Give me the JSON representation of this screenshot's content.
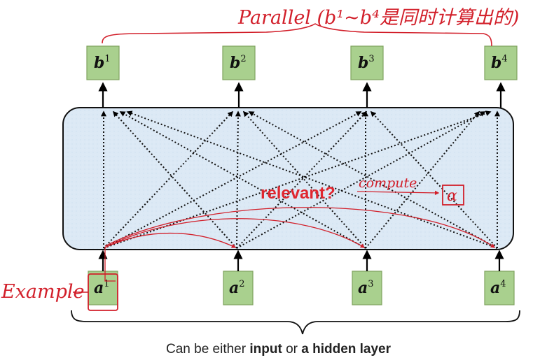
{
  "top_annotation": "Parallel (b¹~b⁴是同时计算出的)",
  "relevant_label": "relevant?",
  "compute_label": "compute",
  "alpha_symbol": "α",
  "example_label": "Example",
  "caption": {
    "prefix": "Can be either ",
    "bold1": "input",
    "middle": " or ",
    "bold2": "a hidden layer"
  },
  "outputs": [
    {
      "base": "b",
      "sup": "1"
    },
    {
      "base": "b",
      "sup": "2"
    },
    {
      "base": "b",
      "sup": "3"
    },
    {
      "base": "b",
      "sup": "4"
    }
  ],
  "inputs": [
    {
      "base": "a",
      "sup": "1"
    },
    {
      "base": "a",
      "sup": "2"
    },
    {
      "base": "a",
      "sup": "3"
    },
    {
      "base": "a",
      "sup": "4"
    }
  ],
  "colors": {
    "node_fill": "#a9d08e",
    "layer_fill": "#dce9f5",
    "annotation_red": "#d21f2a"
  }
}
